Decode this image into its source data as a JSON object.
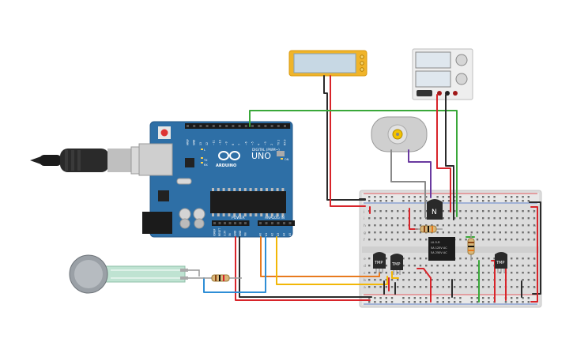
{
  "arduino": {
    "brand": "ARDUINO",
    "model": "UNO",
    "digital_label": "DIGITAL (PWM~)",
    "power_label": "POWER",
    "analog_label": "ANALOG IN",
    "tx_label": "TX",
    "rx_label": "RX",
    "l_label": "L",
    "on_label": "ON",
    "digital_pins": [
      "AREF",
      "GND",
      "13",
      "12",
      "~11",
      "~10",
      "~9",
      "8",
      "7",
      "~6",
      "~5",
      "4",
      "~3",
      "2",
      "TX 1",
      "RX 0"
    ],
    "power_pins": [
      "IOREF",
      "RESET",
      "3.3V",
      "5V",
      "GND",
      "GND",
      "Vin"
    ],
    "analog_pins": [
      "A0",
      "A1",
      "A2",
      "A3",
      "A4",
      "A5"
    ]
  },
  "breadboard": {
    "row_letters_top": [
      "j",
      "i",
      "h",
      "g",
      "f"
    ],
    "row_letters_bottom": [
      "e",
      "d",
      "c",
      "b",
      "a"
    ]
  },
  "components": {
    "temp_sensor_label": "TMP",
    "transistor_label": "N",
    "relay_lines": [
      "LU-5-R",
      "5A 125V AC",
      "5A 250V AC"
    ]
  },
  "colors": {
    "board_blue": "#2e6fa6",
    "wire_red": "#d8242a",
    "wire_black": "#2b2b2b",
    "wire_green": "#3aa83a",
    "wire_yellow": "#f2b707",
    "wire_orange": "#e87a1e",
    "wire_blue": "#2e8ed6",
    "wire_purple": "#6a3aa0",
    "wire_gray": "#8a8a8a",
    "lcd_frame": "#f0b429"
  },
  "icons": [
    "usb-cable-icon",
    "power-supply-icon",
    "dc-motor-icon",
    "lcd-display-icon",
    "force-sensor-icon",
    "resistor-icon",
    "relay-icon",
    "temperature-sensor-icon",
    "transistor-icon"
  ]
}
